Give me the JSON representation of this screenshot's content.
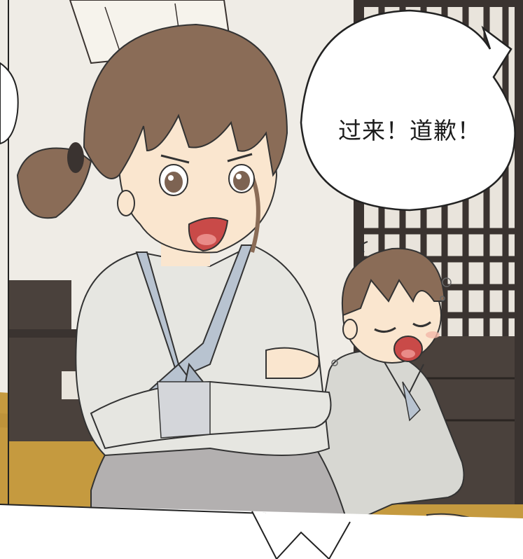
{
  "speech_bubble": {
    "text": "过来！道歉！"
  },
  "colors": {
    "wall": "#efece6",
    "floor": "#c59a3f",
    "lattice": "#3a3330",
    "hair": "#8a6c57",
    "robe": "#e6e6e1",
    "collar": "#b8c3d0",
    "skirt": "#b3b0b0",
    "skin": "#fae6cf",
    "mouth": "#c94a48"
  },
  "characters": [
    {
      "role": "girl",
      "expression": "angry-shouting",
      "pose": "arms-crossed"
    },
    {
      "role": "boy",
      "expression": "crying",
      "pose": "sitting-on-floor"
    }
  ]
}
